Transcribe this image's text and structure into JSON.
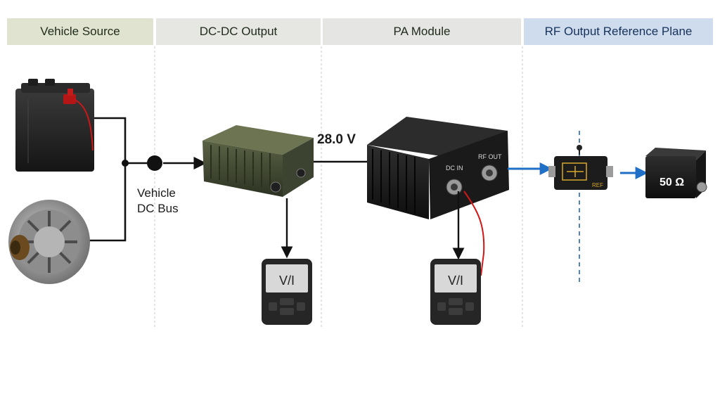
{
  "bands": {
    "vehicle_source": "Vehicle Source",
    "dcdc_output": "DC-DC Output",
    "pa_module": "PA Module",
    "rf_reference": "RF Output Reference Plane"
  },
  "labels": {
    "bus_line1": "Vehicle",
    "bus_line2": "DC Bus",
    "voltage": "28.0 V",
    "meter1": "V/I",
    "meter2": "V/I",
    "dc_in": "DC IN",
    "rf_out": "RF OUT",
    "ref": "REF",
    "load": "50 Ω"
  },
  "colors": {
    "rf_signal": "#1f6fc6",
    "reference_plane": "#2a66b5",
    "positive_lead": "#d01818"
  }
}
